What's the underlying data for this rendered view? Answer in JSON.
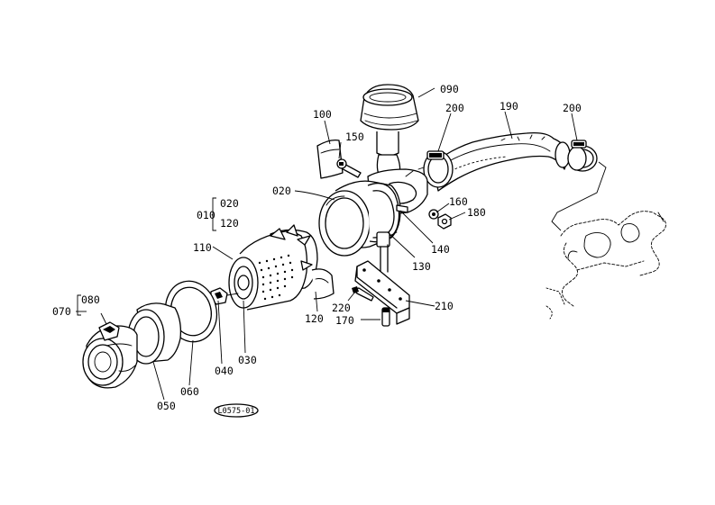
{
  "parts": {
    "p010": "010",
    "p020": "020",
    "p020_bracket": "020",
    "p120_bracket": "120",
    "p030": "030",
    "p040": "040",
    "p050": "050",
    "p060": "060",
    "p070": "070",
    "p080": "080",
    "p090": "090",
    "p100": "100",
    "p110": "110",
    "p120": "120",
    "p130": "130",
    "p140": "140",
    "p150": "150",
    "p160": "160",
    "p170": "170",
    "p180": "180",
    "p190": "190",
    "p200_left": "200",
    "p200_right": "200",
    "p210": "210",
    "p220": "220"
  },
  "drawing_code": "L0575-01"
}
